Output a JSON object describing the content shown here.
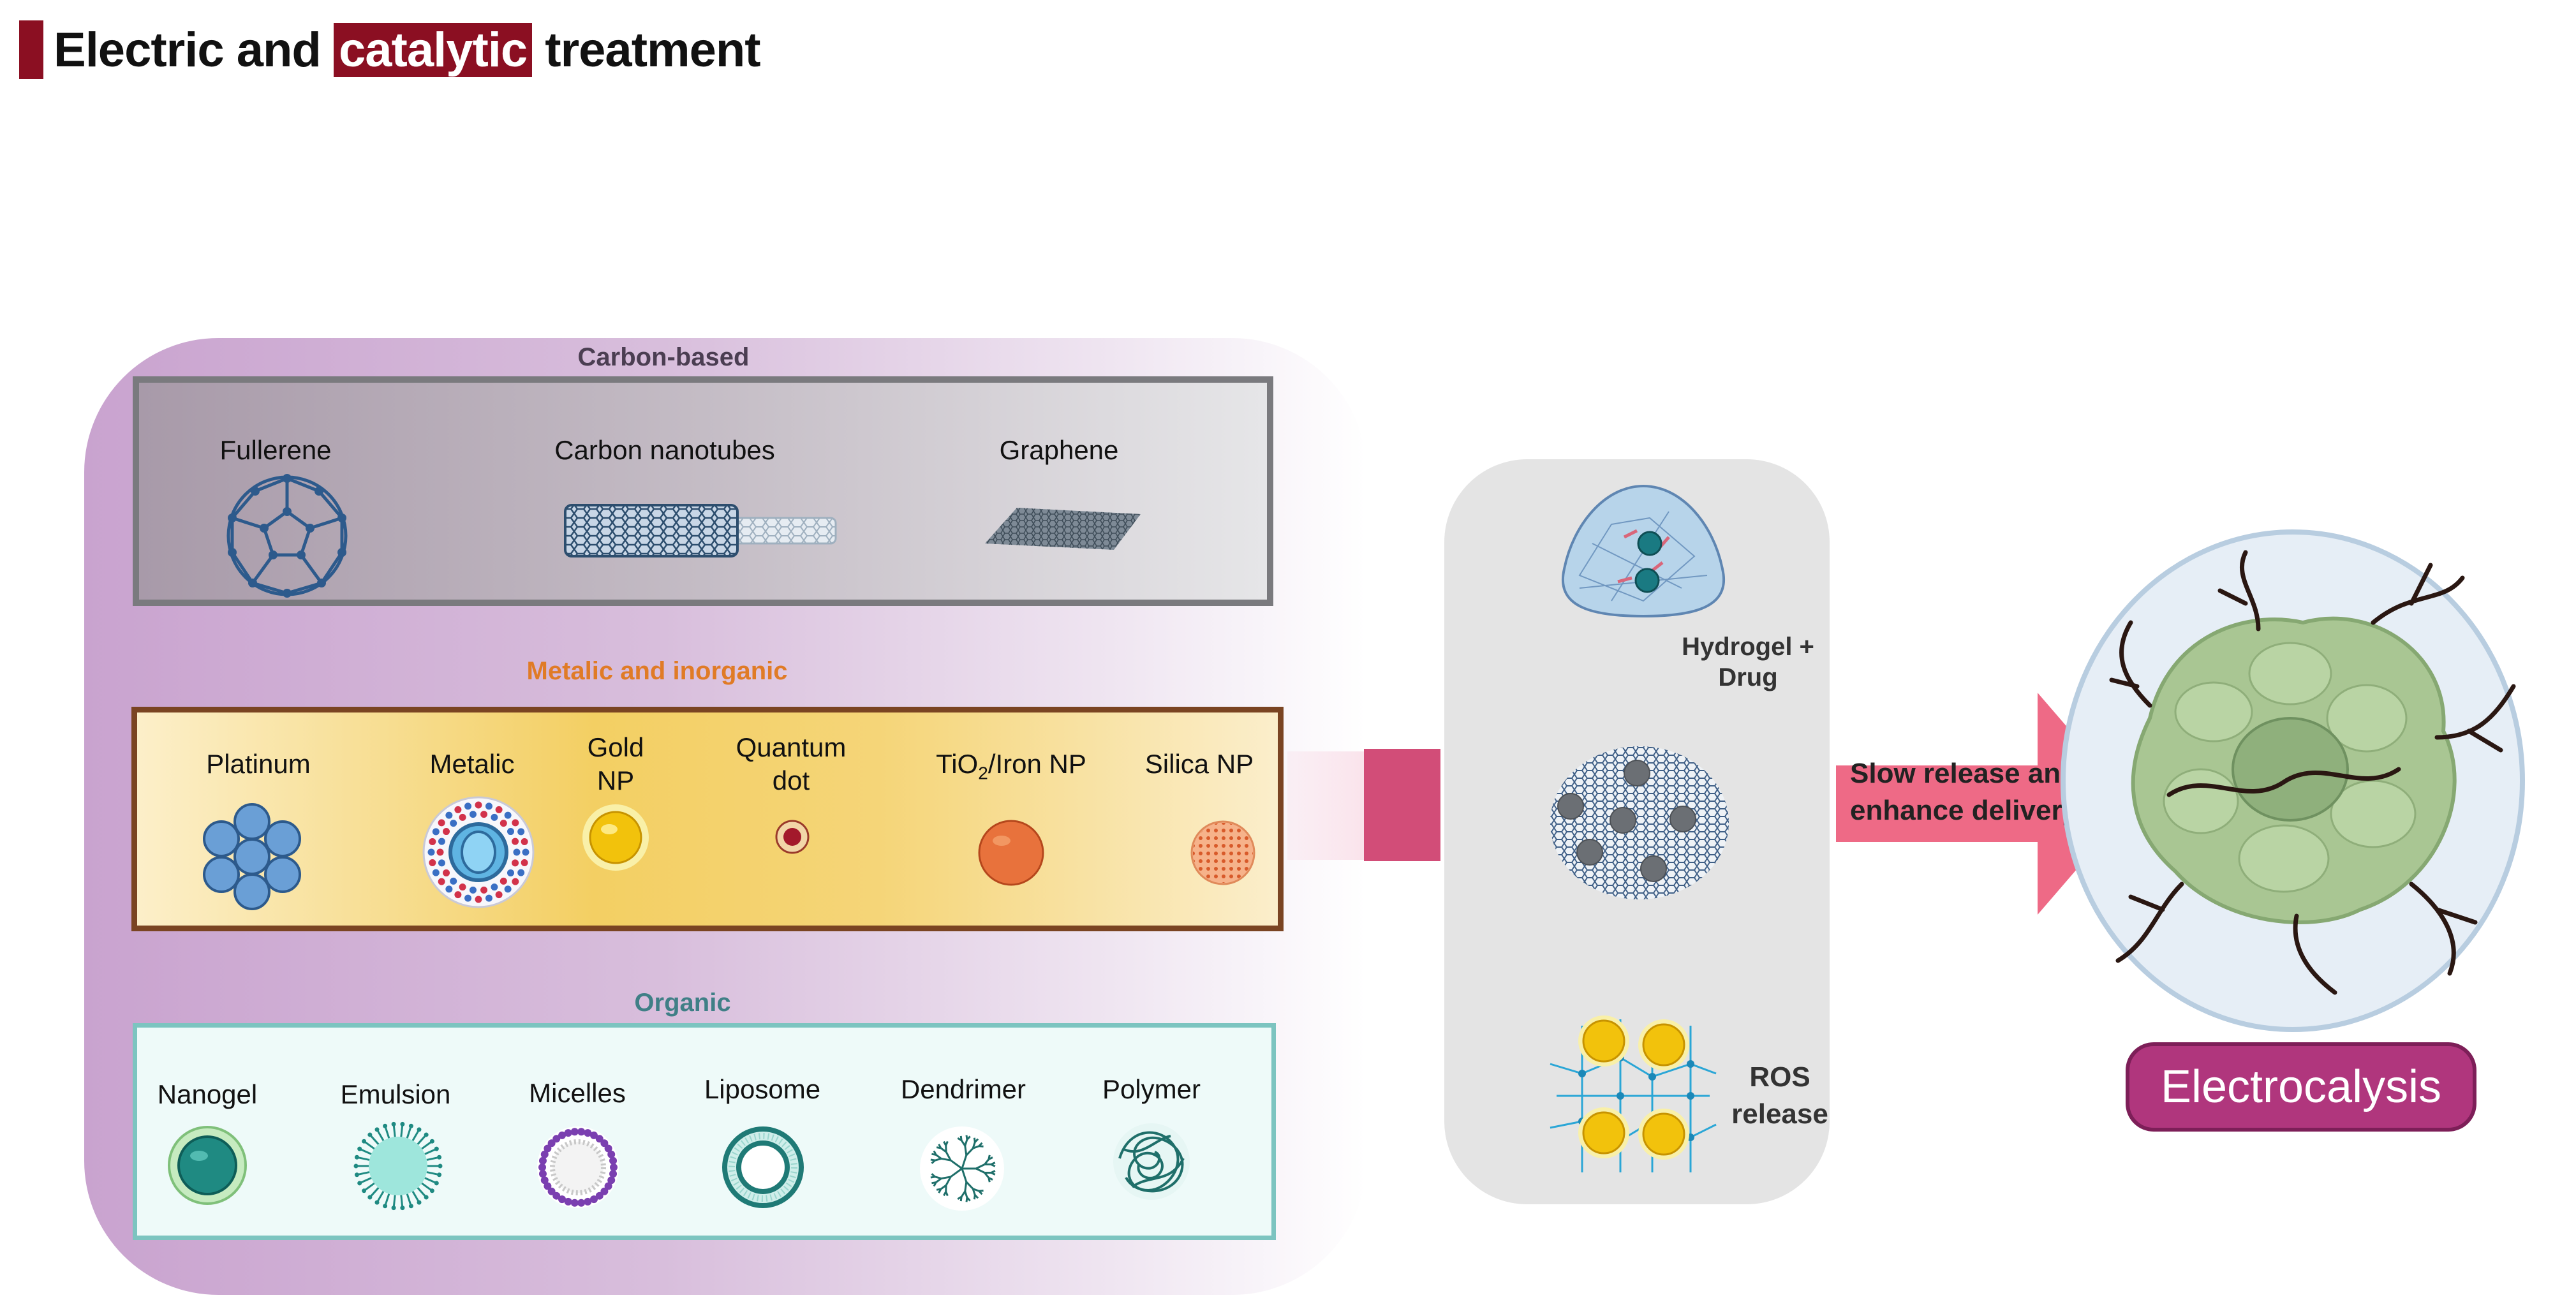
{
  "title": {
    "part1": "Electric and ",
    "highlight": "catalytic",
    "part2": " treatment",
    "accent_color": "#8b0f22"
  },
  "carbon": {
    "label": "Carbon-based",
    "items": [
      {
        "label": "Fullerene",
        "icon": "fullerene-icon"
      },
      {
        "label": "Carbon nanotubes",
        "icon": "carbon-nanotube-icon"
      },
      {
        "label": "Graphene",
        "icon": "graphene-sheet-icon"
      }
    ]
  },
  "metal": {
    "label": "Metalic and inorganic",
    "label_color": "#e07b26",
    "items": [
      {
        "label": "Platinum",
        "icon": "platinum-cluster-icon"
      },
      {
        "label": "Metalic",
        "icon": "metallic-nanoparticle-icon"
      },
      {
        "label_line1": "Gold",
        "label_line2": "NP",
        "icon": "gold-np-icon"
      },
      {
        "label_line1": "Quantum",
        "label_line2": "dot",
        "icon": "quantum-dot-icon"
      },
      {
        "label_pre": "TiO",
        "label_sub": "2",
        "label_post": "/Iron NP",
        "icon": "tio2-iron-np-icon"
      },
      {
        "label": "Silica NP",
        "icon": "silica-np-icon"
      }
    ]
  },
  "organic": {
    "label": "Organic",
    "label_color": "#3f7f86",
    "items": [
      {
        "label": "Nanogel",
        "icon": "nanogel-icon"
      },
      {
        "label": "Emulsion",
        "icon": "emulsion-icon"
      },
      {
        "label": "Micelles",
        "icon": "micelle-icon"
      },
      {
        "label": "Liposome",
        "icon": "liposome-icon"
      },
      {
        "label": "Dendrimer",
        "icon": "dendrimer-icon"
      },
      {
        "label": "Polymer",
        "icon": "polymer-icon"
      }
    ]
  },
  "middle": {
    "hydrogel_line1": "Hydrogel +",
    "hydrogel_line2": "Drug",
    "ros_line1": "ROS",
    "ros_line2": "release"
  },
  "arrow": {
    "line1": "Slow release and",
    "line2": "enhance delivery",
    "color": "#ee6a86"
  },
  "result": {
    "label": "Electrocalysis",
    "color": "#b0367d"
  }
}
